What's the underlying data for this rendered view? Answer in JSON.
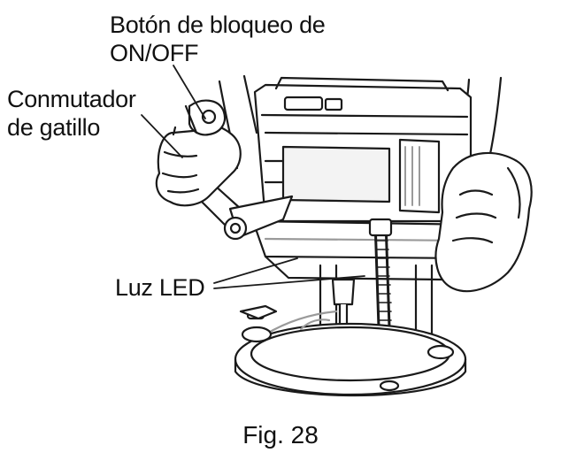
{
  "figure": {
    "caption": "Fig. 28",
    "callouts": {
      "lock_button": [
        "Botón de bloqueo de",
        "ON/OFF"
      ],
      "trigger_switch": [
        "Conmutador",
        "de gatillo"
      ],
      "led_light": [
        "Luz LED"
      ]
    }
  },
  "illustration": {
    "subject": "router-with-hands-icon",
    "ink_color": "#1a1a1a",
    "shade_color": "#9a9a9a",
    "paper_color": "#ffffff"
  }
}
